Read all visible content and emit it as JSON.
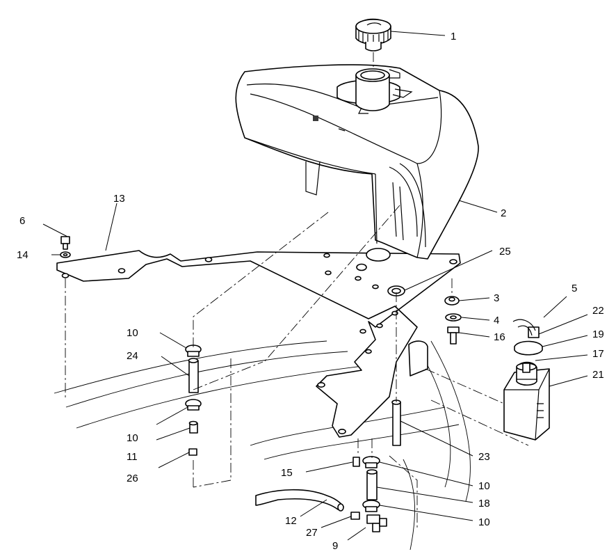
{
  "callouts": [
    {
      "id": "c1",
      "text": "1"
    },
    {
      "id": "c2",
      "text": "2"
    },
    {
      "id": "c3",
      "text": "3"
    },
    {
      "id": "c4",
      "text": "4"
    },
    {
      "id": "c5",
      "text": "5"
    },
    {
      "id": "c6",
      "text": "6"
    },
    {
      "id": "c9",
      "text": "9"
    },
    {
      "id": "c10a",
      "text": "10"
    },
    {
      "id": "c10b",
      "text": "10"
    },
    {
      "id": "c10c",
      "text": "10"
    },
    {
      "id": "c10d",
      "text": "10"
    },
    {
      "id": "c11",
      "text": "11"
    },
    {
      "id": "c12",
      "text": "12"
    },
    {
      "id": "c13",
      "text": "13"
    },
    {
      "id": "c14",
      "text": "14"
    },
    {
      "id": "c15",
      "text": "15"
    },
    {
      "id": "c16",
      "text": "16"
    },
    {
      "id": "c17",
      "text": "17"
    },
    {
      "id": "c18",
      "text": "18"
    },
    {
      "id": "c19",
      "text": "19"
    },
    {
      "id": "c21",
      "text": "21"
    },
    {
      "id": "c22",
      "text": "22"
    },
    {
      "id": "c23",
      "text": "23"
    },
    {
      "id": "c24",
      "text": "24"
    },
    {
      "id": "c25",
      "text": "25"
    },
    {
      "id": "c26",
      "text": "26"
    },
    {
      "id": "c27",
      "text": "27"
    }
  ]
}
